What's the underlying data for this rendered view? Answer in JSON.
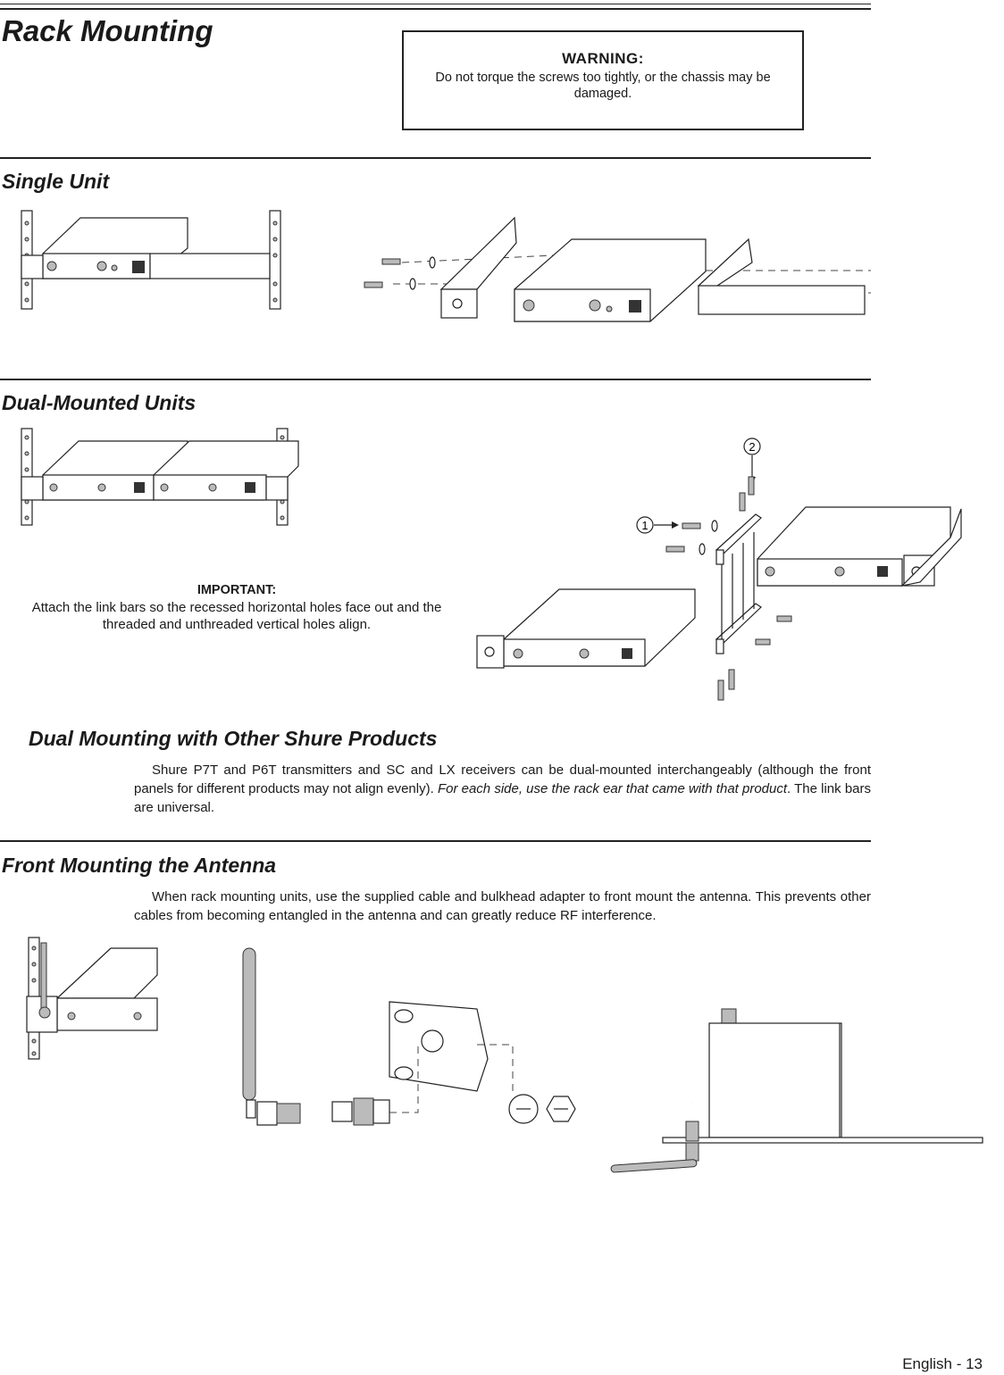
{
  "page": {
    "title": "Rack Mounting",
    "footer": "English - 13"
  },
  "warning": {
    "title": "WARNING:",
    "body": "Do not torque the screws too tightly, or the chassis may be damaged."
  },
  "sections": {
    "single_unit": {
      "heading": "Single Unit"
    },
    "dual_mounted": {
      "heading": "Dual-Mounted Units",
      "callouts": [
        "1",
        "2"
      ],
      "important_title": "IMPORTANT:",
      "important_body": "Attach the link bars so the recessed horizontal holes face out and the threaded and unthreaded vertical holes align."
    },
    "dual_other": {
      "heading": "Dual Mounting with Other Shure Products",
      "body_normal": "Shure P7T and P6T transmitters and SC and LX receivers can be dual-mounted interchangeably (although the front panels for different products may not align evenly). ",
      "body_italic": "For each side, use the rack ear that came with that product",
      "body_end": ". The link bars are universal."
    },
    "antenna": {
      "heading": "Front Mounting the Antenna",
      "body": "When rack mounting units, use the supplied cable and bulkhead adapter to front mount the antenna. This prevents other cables from becoming entangled in the antenna and can greatly reduce RF interference."
    }
  }
}
